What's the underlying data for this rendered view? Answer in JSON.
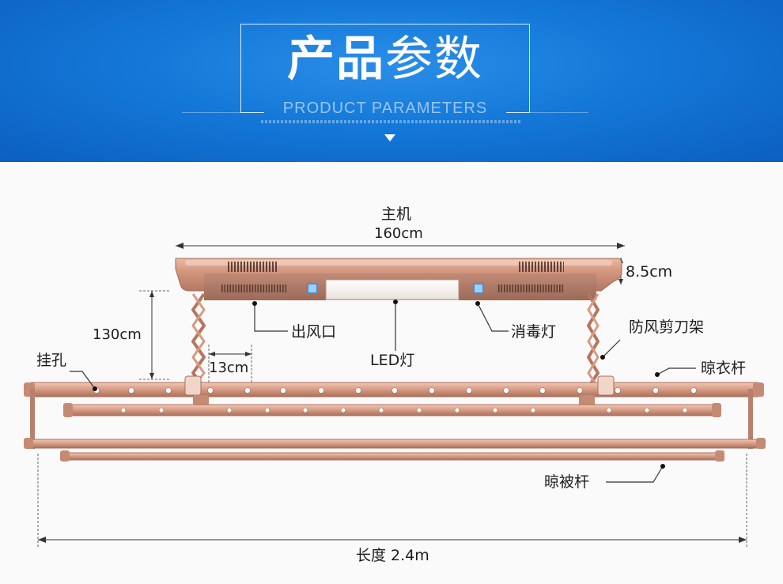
{
  "header": {
    "title_bold": "产品",
    "title_light": "参数",
    "subtitle": "PRODUCT PARAMETERS"
  },
  "labels": {
    "main_unit": "主机",
    "main_width": "160cm",
    "height": "8.5cm",
    "drop": "130cm",
    "air_outlet": "出风口",
    "led_light": "LED灯",
    "uv_light": "消毒灯",
    "scissor_frame": "防风剪刀架",
    "hanging_hole": "挂孔",
    "spacing": "13cm",
    "clothes_rod": "晾衣杆",
    "quilt_rod": "晾被杆",
    "total_length": "长度 2.4m"
  },
  "colors": {
    "banner_blue": "#1478d8",
    "rose_gold": "#d9a08a",
    "rose_gold_dark": "#b27560",
    "line": "#333333"
  }
}
